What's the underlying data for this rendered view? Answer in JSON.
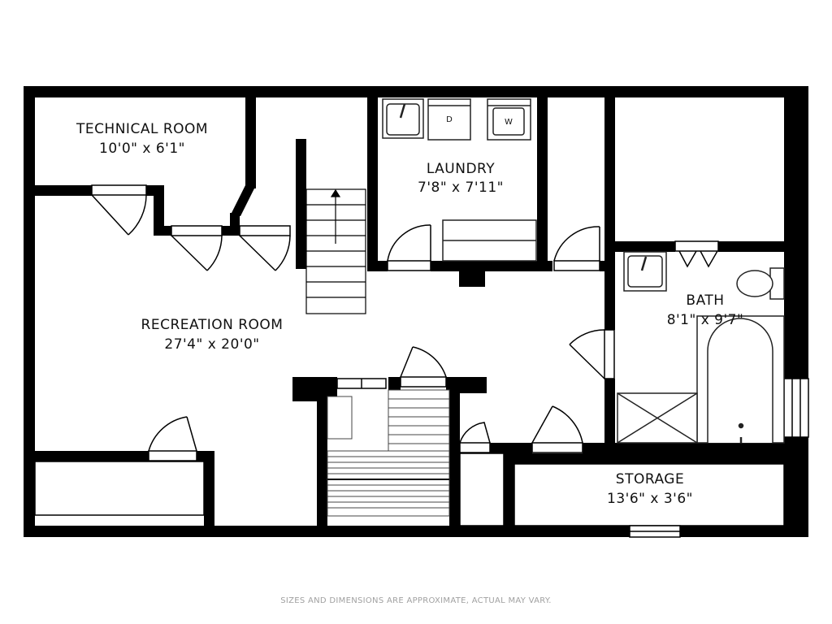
{
  "rooms": [
    {
      "name": "TECHNICAL ROOM",
      "dimensions": "10'0\" x 6'1\""
    },
    {
      "name": "LAUNDRY",
      "dimensions": "7'8\" x 7'11\""
    },
    {
      "name": "RECREATION ROOM",
      "dimensions": "27'4\" x 20'0\""
    },
    {
      "name": "BATH",
      "dimensions": "8'1\" x 9'7\""
    },
    {
      "name": "STORAGE",
      "dimensions": "13'6\" x 3'6\""
    }
  ],
  "appliances": {
    "dryer": "D",
    "washer": "W"
  },
  "disclaimer": "SIZES AND DIMENSIONS ARE APPROXIMATE, ACTUAL MAY VARY.",
  "colors": {
    "wall": "#000000",
    "fixture_line": "#222222",
    "background": "#ffffff",
    "disclaimer": "#a0a0a0"
  }
}
